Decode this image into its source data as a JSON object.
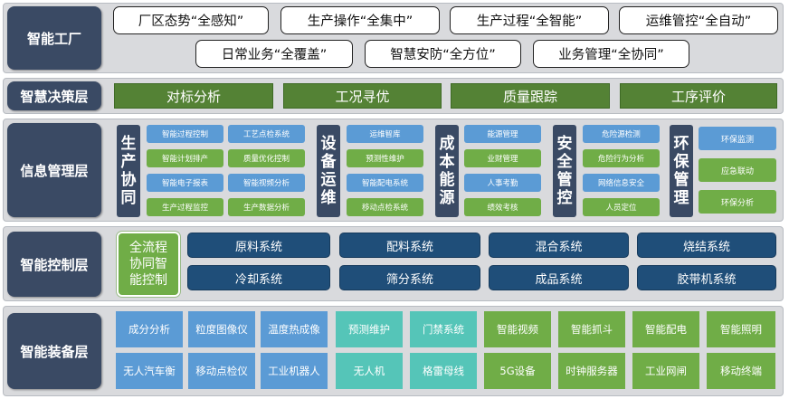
{
  "levels": {
    "factory": "智能工厂",
    "decision": "智慧决策层",
    "info": "信息管理层",
    "control": "智能控制层",
    "equipment": "智能装备层"
  },
  "factory_items": [
    "厂区态势“全感知”",
    "生产操作“全集中”",
    "生产过程“全智能”",
    "运维管控“全自动”",
    "日常业务“全覆盖”",
    "智慧安防“全方位”",
    "业务管理“全协同”"
  ],
  "decision_items": [
    "对标分析",
    "工况寻优",
    "质量跟踪",
    "工序评价"
  ],
  "info_groups": [
    {
      "label": [
        "生",
        "产",
        "协",
        "同"
      ],
      "items": [
        "智能过程控制",
        "工艺点检系统",
        "智能计划排产",
        "质量优化控制",
        "智能电子报表",
        "智能视频分析",
        "生产过程监控",
        "生产数据分析"
      ]
    },
    {
      "label": [
        "设",
        "备",
        "运",
        "维"
      ],
      "items": [
        "运维智库",
        "预测性维护",
        "智能配电系统",
        "移动点检系统"
      ]
    },
    {
      "label": [
        "成",
        "本",
        "能",
        "源"
      ],
      "items": [
        "能源管理",
        "业财管理",
        "人事考勤",
        "绩效考核"
      ]
    },
    {
      "label": [
        "安",
        "全",
        "管",
        "控"
      ],
      "items": [
        "危险源检测",
        "危险行为分析",
        "网络信息安全",
        "人员定位"
      ]
    },
    {
      "label": [
        "环",
        "保",
        "管",
        "理"
      ],
      "items": [
        "环保监测",
        "应急联动",
        "环保分析"
      ]
    }
  ],
  "control_big": [
    "全流程",
    "协同智",
    "能控制"
  ],
  "control_items": [
    "原料系统",
    "配料系统",
    "混合系统",
    "烧结系统",
    "冷却系统",
    "筛分系统",
    "成品系统",
    "胶带机系统"
  ],
  "equipment_items": [
    "成分分析",
    "粒度图像仪",
    "温度热成像",
    "预测维护",
    "门禁系统",
    "智能视频",
    "智能抓斗",
    "智能配电",
    "智能照明",
    "无人汽车衡",
    "移动点检仪",
    "工业机器人",
    "无人机",
    "格雷母线",
    "5G设备",
    "时钟服务器",
    "工业网闸",
    "移动终端"
  ],
  "colors": {
    "level_box": "#3a4a64",
    "decision_green": "#548235",
    "light_green": "#70ad47",
    "light_blue": "#5b9bd5",
    "teal": "#55c5b8",
    "dark_blue": "#1f4e79",
    "band": "#d9dadd"
  }
}
